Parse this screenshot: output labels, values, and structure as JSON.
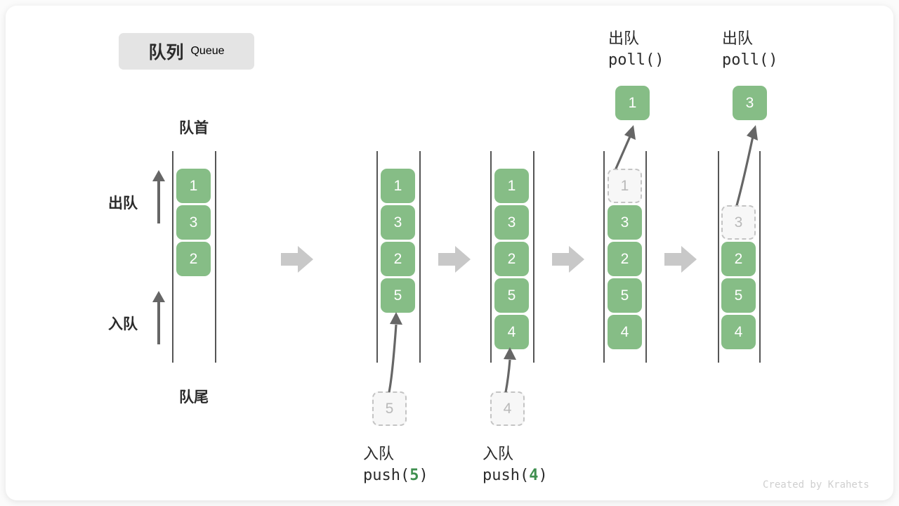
{
  "title": {
    "cn": "队列",
    "en": "Queue"
  },
  "labels": {
    "front": "队首",
    "rear": "队尾",
    "dequeue": "出队",
    "enqueue": "入队"
  },
  "footer": "Created by Krahets",
  "colors": {
    "cell_green": "#86bd86",
    "ghost_fill": "#f7f7f7",
    "ghost_border": "#c4c4c4",
    "rail": "#555555",
    "arrow_gray": "#666666",
    "step_arrow": "#c8c8c8",
    "pill_bg": "#e4e4e4",
    "accent_num": "#3f8f4f"
  },
  "steps": [
    {
      "id": "initial",
      "cells": [
        "1",
        "3",
        "2"
      ],
      "caption_cn": "",
      "caption_op": "",
      "caption_arg": ""
    },
    {
      "id": "push-5",
      "cells": [
        "1",
        "3",
        "2",
        "5"
      ],
      "incoming": "5",
      "caption_cn": "入队",
      "caption_op": "push(",
      "caption_arg": "5",
      "caption_op_close": ")"
    },
    {
      "id": "push-4",
      "cells": [
        "1",
        "3",
        "2",
        "5",
        "4"
      ],
      "incoming": "4",
      "caption_cn": "入队",
      "caption_op": "push(",
      "caption_arg": "4",
      "caption_op_close": ")"
    },
    {
      "id": "poll-1",
      "cells": [
        "3",
        "2",
        "5",
        "4"
      ],
      "removed": "1",
      "result": "1",
      "header_cn": "出队",
      "header_op": "poll()"
    },
    {
      "id": "poll-3",
      "cells": [
        "2",
        "5",
        "4"
      ],
      "removed": "3",
      "result": "3",
      "header_cn": "出队",
      "header_op": "poll()"
    }
  ]
}
